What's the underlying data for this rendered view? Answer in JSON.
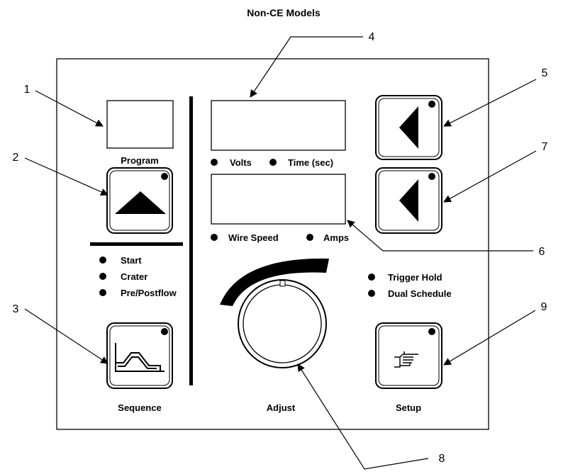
{
  "title": "Non-CE Models",
  "labels": {
    "program": "Program",
    "volts": "Volts",
    "time": "Time (sec)",
    "wire_speed": "Wire Speed",
    "amps": "Amps",
    "start": "Start",
    "crater": "Crater",
    "prepostflow": "Pre/Postflow",
    "trigger_hold": "Trigger Hold",
    "dual_schedule": "Dual Schedule",
    "sequence": "Sequence",
    "adjust": "Adjust",
    "setup": "Setup"
  },
  "callouts": {
    "c1": "1",
    "c2": "2",
    "c3": "3",
    "c4": "4",
    "c5": "5",
    "c6": "6",
    "c7": "7",
    "c8": "8",
    "c9": "9"
  }
}
